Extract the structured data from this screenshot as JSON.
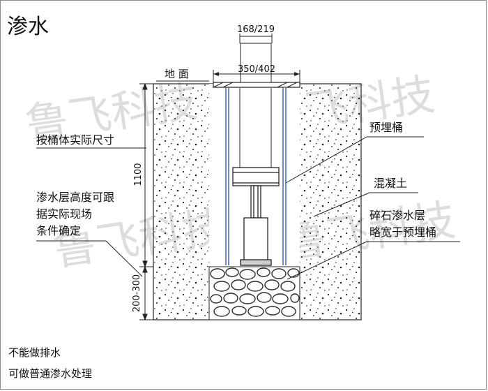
{
  "title": "渗水",
  "dims": {
    "top_small": "168/219",
    "top_wide": "350/402",
    "height_total": "1100",
    "height_gravel": "200-300"
  },
  "labels": {
    "ground": "地  面",
    "actual_size": "按桶体实际尺寸",
    "layer_note_1": "渗水层高度可跟",
    "layer_note_2": "据实际现场",
    "layer_note_3": "条件确定",
    "pre_buried_bucket": "预埋桶",
    "concrete": "混凝土",
    "gravel_1": "碎石渗水层",
    "gravel_2": "略宽于预埋桶"
  },
  "notes": {
    "line1": "不能做排水",
    "line2": "可做普通渗水处理"
  },
  "watermark": {
    "text_a": "鲁飞科技",
    "text_b": "鲁飞科技"
  },
  "colors": {
    "line": "#222222",
    "blue": "#3a57a8",
    "gravel": "#2b2b2b"
  }
}
